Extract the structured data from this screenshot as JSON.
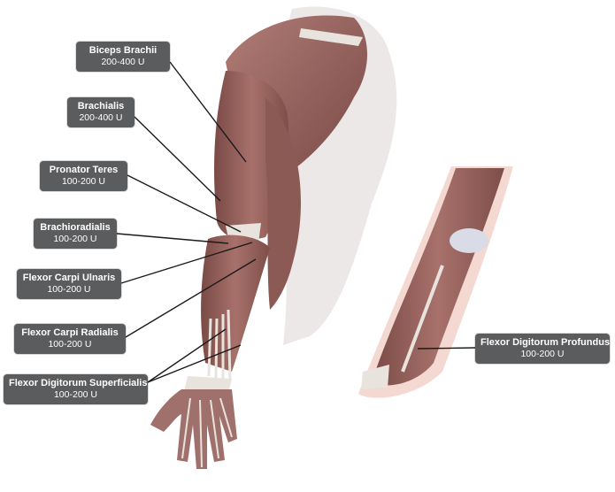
{
  "labels": [
    {
      "name": "Biceps Brachii",
      "dose": "200-400 U"
    },
    {
      "name": "Brachialis",
      "dose": "200-400 U"
    },
    {
      "name": "Pronator Teres",
      "dose": "100-200 U"
    },
    {
      "name": "Brachioradialis",
      "dose": "100-200 U"
    },
    {
      "name": "Flexor Carpi Ulnaris",
      "dose": "100-200 U"
    },
    {
      "name": "Flexor Carpi Radialis",
      "dose": "100-200 U"
    },
    {
      "name": "Flexor Digitorum Superficialis",
      "dose": "100-200 U"
    },
    {
      "name": "Flexor Digitorum Profundus",
      "dose": "100-200 U"
    }
  ],
  "colors": {
    "label_bg": "#5b5c5e",
    "label_text": "#ffffff",
    "muscle": "#9a6560",
    "muscle_dark": "#7a4a46",
    "tendon": "#e8e3dc",
    "skin_tint": "#f3d9d2"
  }
}
